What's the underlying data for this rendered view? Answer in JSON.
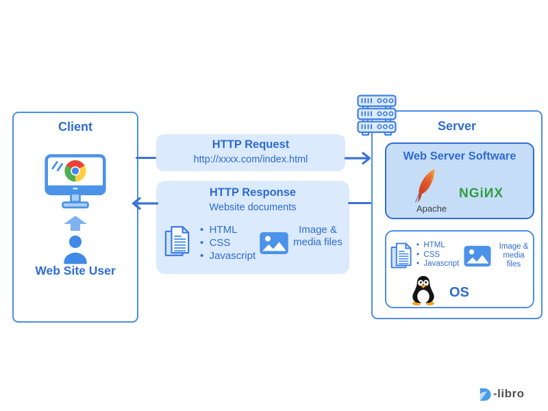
{
  "colors": {
    "accent_blue": "#2e6bd4",
    "border_blue": "#4a8ce8",
    "panel_blue": "#dbeafc",
    "software_panel_blue": "#c6ddf8",
    "icon_blue": "#4b93e8",
    "arrow_blue": "#3a72d8",
    "nginx_green": "#2f9e3e",
    "tux_orange": "#f6a41e"
  },
  "client": {
    "title": "Client",
    "user_label": "Web Site User"
  },
  "request": {
    "title": "HTTP Request",
    "url": "http://xxxx.com/index.html"
  },
  "response": {
    "title": "HTTP Response",
    "subtitle": "Website documents",
    "doc_items": [
      "HTML",
      "CSS",
      "Javascript"
    ],
    "media_label": "Image & media files"
  },
  "server": {
    "title": "Server",
    "software": {
      "title": "Web Server Software",
      "apache_label": "Apache",
      "nginx_label": "NGiИX"
    },
    "os": {
      "doc_items": [
        "HTML",
        "CSS",
        "Javascript"
      ],
      "media_label": "Image & media files",
      "label": "OS"
    }
  },
  "branding": {
    "logo_text": "-libro"
  },
  "icons": [
    "monitor-chrome-icon",
    "up-arrow-icon",
    "person-icon",
    "document-stack-icon",
    "image-icon",
    "server-rack-icon",
    "apache-feather-icon",
    "tux-penguin-icon",
    "dlibro-logo-icon"
  ]
}
